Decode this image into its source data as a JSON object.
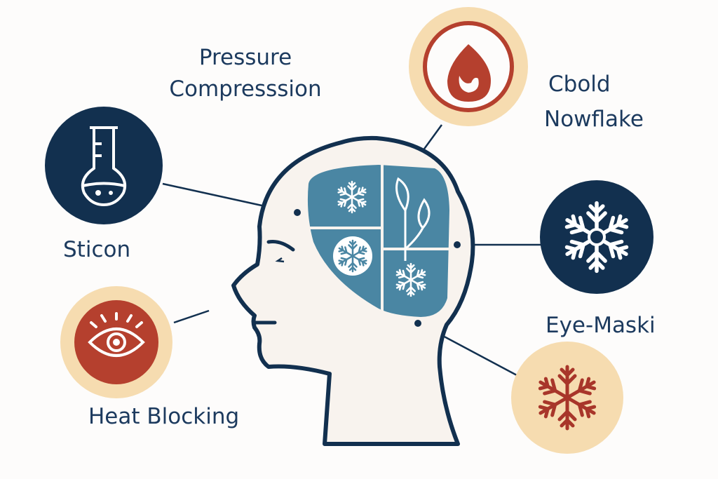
{
  "labels": {
    "pressure": {
      "line1": "Pressure",
      "line2": "Compresssion"
    },
    "cbold": {
      "line1": "Cbold",
      "line2": "Nowflake"
    },
    "sticon": "Sticon",
    "heat_blocking": "Heat Blocking",
    "eye_mask": "Eye-Maski"
  },
  "icons": [
    "flame-icon",
    "flask-icon",
    "eye-icon",
    "snowflake-icon",
    "snowflake-red-icon",
    "head-profile"
  ],
  "colors": {
    "navy": "#12304f",
    "teal": "#4a86a3",
    "beige": "#f6dcb0",
    "red": "#b5402e",
    "skin": "#f8f3ee"
  }
}
